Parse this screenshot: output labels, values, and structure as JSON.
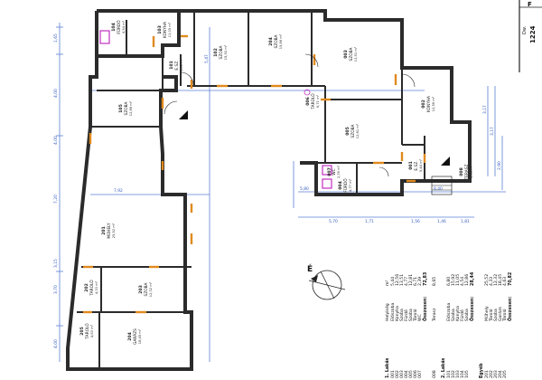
{
  "rooms": [
    {
      "no": "104",
      "name": "FÜRDŐ",
      "area": "4,54 m²"
    },
    {
      "no": "103",
      "name": "KONYHA",
      "area": "11,05 m²"
    },
    {
      "no": "102",
      "name": "SZOBA",
      "area": "15,92 m²"
    },
    {
      "no": "204",
      "name": "SZOBA",
      "area": "15,86 m²"
    },
    {
      "no": "003",
      "name": "SZOBA",
      "area": "13,51 m²"
    },
    {
      "no": "101",
      "name": "E.SZ.",
      "area": "6,80 m²"
    },
    {
      "no": "105",
      "name": "SZOBA",
      "area": "12,86 m²"
    },
    {
      "no": "002",
      "name": "KONYHA",
      "area": "12,56 m²"
    },
    {
      "no": "005",
      "name": "SZOBA",
      "area": "12,81 m²"
    },
    {
      "no": "006",
      "name": "TAROLÓ",
      "area": "6,71 m²"
    },
    {
      "no": "201",
      "name": "MŰHELY",
      "area": "25,52 m²"
    },
    {
      "no": "001",
      "name": "E.SZ.",
      "area": "5,44 m²"
    },
    {
      "no": "007",
      "name": "WC",
      "area": "2,39 m²"
    },
    {
      "no": "004",
      "name": "FÜRDŐ",
      "area": "4,77 m²"
    },
    {
      "no": "008",
      "name": "TERASZ",
      "area": "8,65 m²"
    },
    {
      "no": "202",
      "name": "TAROLÓ",
      "area": "4,33 m²"
    },
    {
      "no": "203",
      "name": "SZOBA",
      "area": "12,32 m²"
    },
    {
      "no": "205",
      "name": "TAROLÓ",
      "area": "4,63 m²"
    },
    {
      "no": "204",
      "name": "GARÁZS",
      "area": "18,45 m²"
    }
  ],
  "dimensions": {
    "left": [
      "1,65",
      "4,00",
      "4,00",
      "7,20",
      "3,15",
      "3,70",
      "4,00"
    ],
    "top_mid": "5,47",
    "right": [
      "3,17",
      "3,17",
      "2,90"
    ],
    "bottom": [
      "5,70",
      "1,71",
      "1,56",
      "1,46",
      "1,81"
    ],
    "mid": [
      "7,92",
      "5,80",
      "8,40"
    ]
  },
  "table": {
    "unit1_title": "1. Lakás",
    "header": [
      "Helyiség",
      "m²"
    ],
    "unit1": [
      [
        "001",
        "Előszoba",
        "5,44"
      ],
      [
        "002",
        "Konyha",
        "12,56"
      ],
      [
        "003",
        "Szoba",
        "13,51"
      ],
      [
        "004",
        "Fürdő",
        "4,77"
      ],
      [
        "005",
        "Szoba",
        "12,81"
      ],
      [
        "006",
        "Tároló",
        "6,71"
      ],
      [
        "007",
        "WC",
        "2,39"
      ]
    ],
    "unit1_sum_label": "Összesen:",
    "unit1_sum": "72,83",
    "terrace": [
      "008",
      "Terasz",
      "8,65"
    ],
    "unit2_title": "2. Lakás",
    "unit2": [
      [
        "101",
        "Előszoba",
        "6,80"
      ],
      [
        "102",
        "Szoba",
        "15,92"
      ],
      [
        "103",
        "Konyha",
        "11,05"
      ],
      [
        "104",
        "Fürdő",
        "4,54"
      ],
      [
        "105",
        "Szoba",
        "12,86"
      ]
    ],
    "unit2_sum_label": "Összesen:",
    "unit2_sum": "28,44",
    "unit3_title": "Egyéb",
    "unit3": [
      [
        "201",
        "Műhely",
        "25,52"
      ],
      [
        "202",
        "Tároló",
        "4,33"
      ],
      [
        "203",
        "Szoba",
        "12,32"
      ],
      [
        "204",
        "Garázs",
        "18,45"
      ],
      [
        "205",
        "Tároló",
        "4,63"
      ]
    ],
    "unit3_sum_label": "Összesen:",
    "unit3_sum": "70,82"
  },
  "title_block": {
    "letter": "F",
    "sub": "Dw.",
    "number": "1224"
  },
  "compass": {
    "label": "É"
  },
  "colors": {
    "wall": "#2b2b2b",
    "door": "#e08a1e",
    "dimension": "#5b7fd6",
    "fixture": "#c02fc0"
  }
}
